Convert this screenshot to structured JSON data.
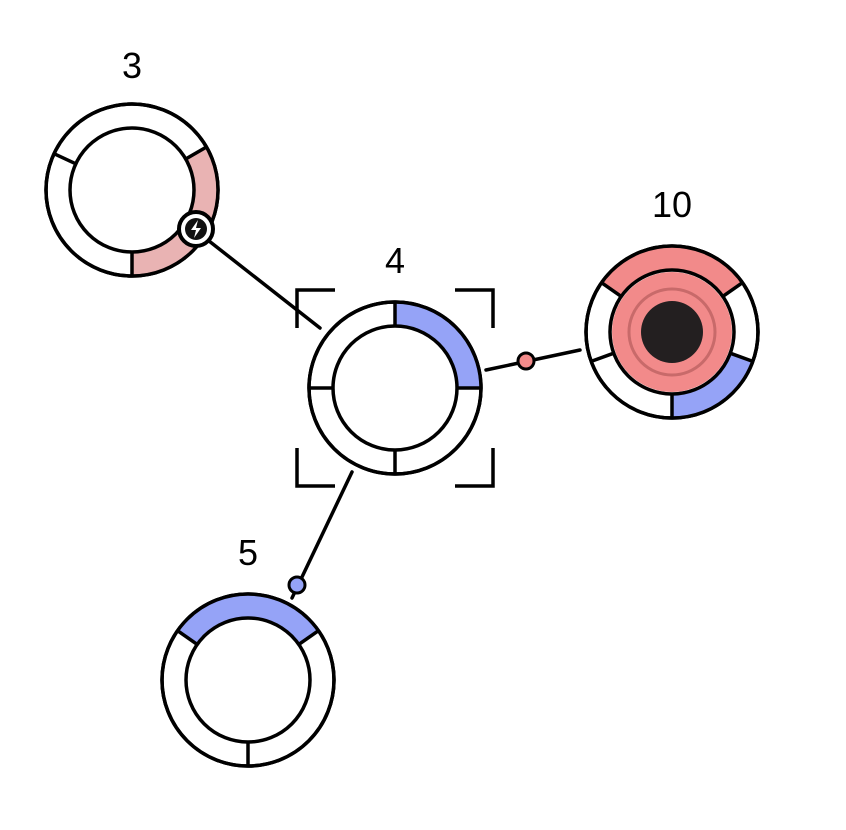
{
  "colors": {
    "red": "#f28a8a",
    "light_red": "#e9b3b3",
    "blue": "#95a3f7",
    "core": "#231f20",
    "line": "#000000",
    "background": "#ffffff"
  },
  "nodes": [
    {
      "id": "node-3",
      "label": "3",
      "selected": false,
      "segments": [
        {
          "color": "light_red"
        }
      ],
      "has_core": false,
      "badge_icon": "lightning-icon"
    },
    {
      "id": "node-4",
      "label": "4",
      "selected": true,
      "segments": [
        {
          "color": "blue"
        }
      ],
      "has_core": false
    },
    {
      "id": "node-10",
      "label": "10",
      "selected": false,
      "segments": [
        {
          "color": "red"
        },
        {
          "color": "blue"
        }
      ],
      "has_core": true
    },
    {
      "id": "node-5",
      "label": "5",
      "selected": false,
      "segments": [
        {
          "color": "blue"
        }
      ],
      "has_core": false
    }
  ],
  "links": [
    {
      "from": "3",
      "to": "4",
      "marker": "lightning-icon"
    },
    {
      "from": "4",
      "to": "10",
      "marker_color": "red"
    },
    {
      "from": "4",
      "to": "5",
      "marker_color": "blue"
    }
  ]
}
